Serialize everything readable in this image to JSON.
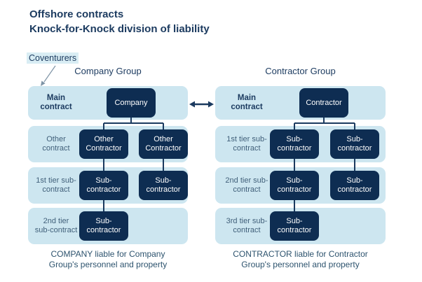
{
  "title": {
    "line1": "Offshore contracts",
    "line2": "Knock-for-Knock division of liability"
  },
  "coventurers_label": "Coventurers",
  "groups": [
    {
      "header": "Company Group",
      "rows": [
        {
          "label": "Main\ncontract",
          "boxes": [
            "Company"
          ]
        },
        {
          "label": "Other\ncontract",
          "boxes": [
            "Other\nContractor",
            "Other\nContractor"
          ]
        },
        {
          "label": "1st tier sub-\ncontract",
          "boxes": [
            "Sub-\ncontractor",
            "Sub-\ncontractor"
          ]
        },
        {
          "label": "2nd tier\nsub-contract",
          "boxes": [
            "Sub-\ncontractor"
          ]
        }
      ],
      "caption": "COMPANY liable for Company\nGroup's personnel and property"
    },
    {
      "header": "Contractor Group",
      "rows": [
        {
          "label": "Main\ncontract",
          "boxes": [
            "Contractor"
          ]
        },
        {
          "label": "1st tier sub-\ncontract",
          "boxes": [
            "Sub-\ncontractor",
            "Sub-\ncontractor"
          ]
        },
        {
          "label": "2nd tier sub-\ncontract",
          "boxes": [
            "Sub-\ncontractor",
            "Sub-\ncontractor"
          ]
        },
        {
          "label": "3rd tier sub-\ncontract",
          "boxes": [
            "Sub-\ncontractor"
          ]
        }
      ],
      "caption": "CONTRACTOR liable for Contractor\nGroup's personnel and property"
    }
  ],
  "colors": {
    "background": "#ffffff",
    "navy": "#1b3a5f",
    "box_bg": "#0e2d52",
    "box_text": "#ffffff",
    "panel_bg": "#cde6f0",
    "highlight_bg": "#d9edf4",
    "label_slate": "#41607a",
    "caption": "#2d536e",
    "connector": "#1b3a5f",
    "callout_arrow": "#7e94a6"
  }
}
